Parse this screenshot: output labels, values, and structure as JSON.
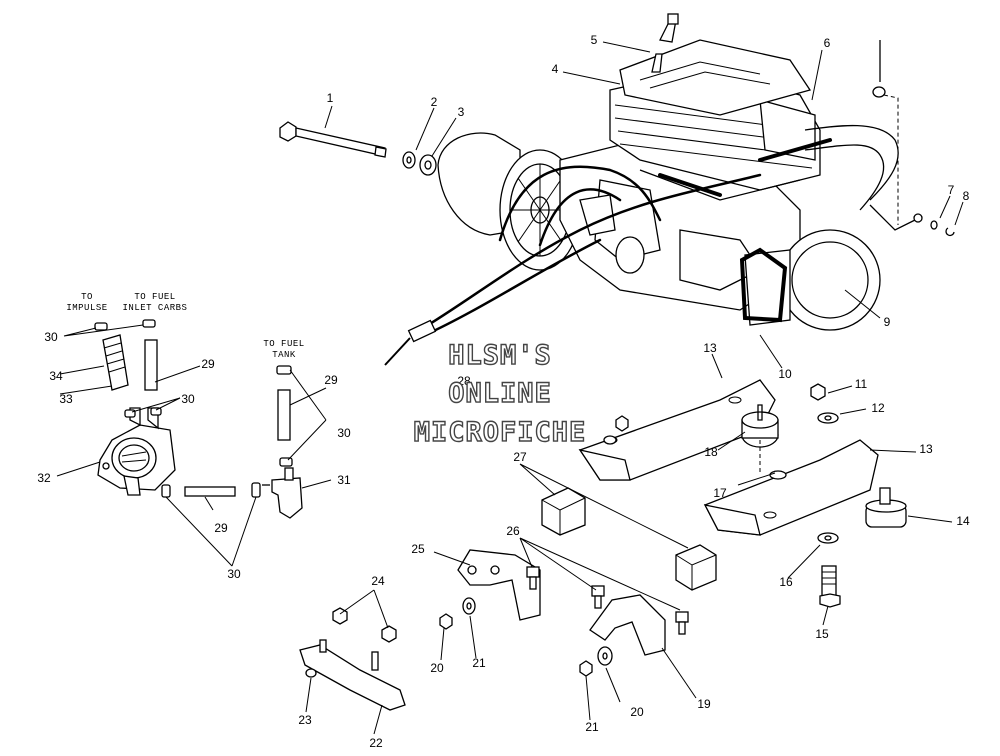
{
  "watermark": [
    "HLSM'S",
    "ONLINE",
    "MICROFICHE"
  ],
  "labels": {
    "to_impulse": [
      "TO",
      "IMPULSE"
    ],
    "to_fuel_inlet": [
      "TO FUEL",
      "INLET CARBS"
    ],
    "to_fuel_tank": [
      "TO FUEL",
      "TANK"
    ]
  },
  "callouts": [
    "1",
    "2",
    "3",
    "4",
    "5",
    "6",
    "7",
    "8",
    "9",
    "10",
    "11",
    "12",
    "13",
    "13",
    "14",
    "15",
    "16",
    "17",
    "18",
    "19",
    "20",
    "20",
    "21",
    "21",
    "22",
    "23",
    "24",
    "25",
    "26",
    "27",
    "28",
    "29",
    "29",
    "29",
    "30",
    "30",
    "30",
    "30",
    "31",
    "32",
    "33",
    "34"
  ]
}
